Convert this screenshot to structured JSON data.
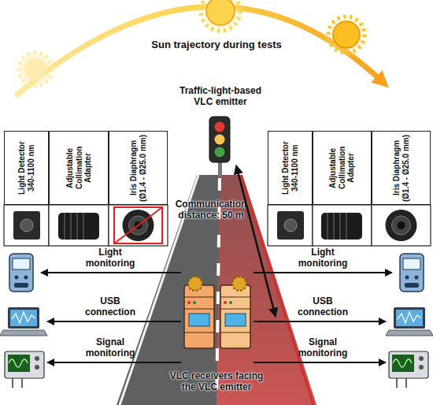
{
  "diagram": {
    "nodes": [
      {
        "text": [
          "Traffic-light-based VLC emitter"
        ]
      },
      {
        "text": [
          "Light Detector 340-1100 nm"
        ]
      },
      {
        "text": [
          "Adjustable Collimation Adapter"
        ]
      },
      {
        "text": [
          "Iris Diaphragm (Ø1.4 - Ø25.0 mm)"
        ]
      },
      {
        "text": [
          "Light Detector 340-1100 nm"
        ]
      },
      {
        "text": [
          "Adjustable Collimation Adapter"
        ]
      },
      {
        "text": [
          "Iris Diaphragm (Ø1.4 - Ø25.0 mm)"
        ]
      },
      {
        "text": [
          "VLC receivers facing the VLC emitter"
        ]
      }
    ],
    "edges": [
      {
        "from": 0,
        "to": 7,
        "arrow": "both"
      }
    ],
    "labels": [
      "Sun trajectory during tests",
      "Communication distance: 50 m",
      "Light monitoring",
      "Light monitoring",
      "USB connection",
      "USB connection",
      "Signal monitoring",
      "Signal monitoring"
    ]
  }
}
